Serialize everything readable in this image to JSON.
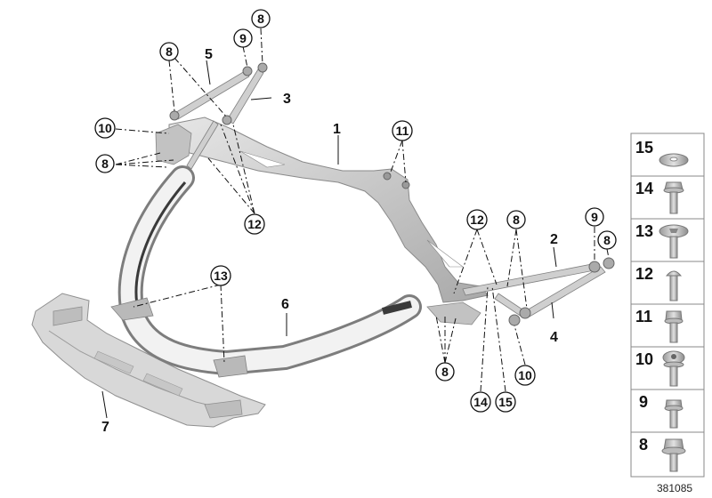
{
  "diagram": {
    "reference_number": "381085",
    "parts": [
      {
        "label": "1"
      },
      {
        "label": "2"
      },
      {
        "label": "3"
      },
      {
        "label": "4"
      },
      {
        "label": "5"
      },
      {
        "label": "6"
      },
      {
        "label": "7"
      }
    ],
    "callouts": [
      {
        "label": "8"
      },
      {
        "label": "9"
      },
      {
        "label": "8"
      },
      {
        "label": "10"
      },
      {
        "label": "8"
      },
      {
        "label": "12"
      },
      {
        "label": "11"
      },
      {
        "label": "13"
      },
      {
        "label": "12"
      },
      {
        "label": "8"
      },
      {
        "label": "9"
      },
      {
        "label": "8"
      },
      {
        "label": "8"
      },
      {
        "label": "14"
      },
      {
        "label": "15"
      },
      {
        "label": "10"
      }
    ],
    "legend": [
      {
        "label": "15",
        "icon": "washer-icon"
      },
      {
        "label": "14",
        "icon": "hex-flange-bolt-icon"
      },
      {
        "label": "13",
        "icon": "large-head-bolt-icon"
      },
      {
        "label": "12",
        "icon": "round-head-bolt-icon"
      },
      {
        "label": "11",
        "icon": "hex-bolt-icon"
      },
      {
        "label": "10",
        "icon": "torx-flange-bolt-icon"
      },
      {
        "label": "9",
        "icon": "small-bolt-icon"
      },
      {
        "label": "8",
        "icon": "hex-collar-nut-icon"
      }
    ],
    "colors": {
      "frame": "#c9c9c9",
      "frame_dark": "#8a8a8a",
      "tube_light": "#f1f1f1",
      "ink": "#111111"
    }
  }
}
